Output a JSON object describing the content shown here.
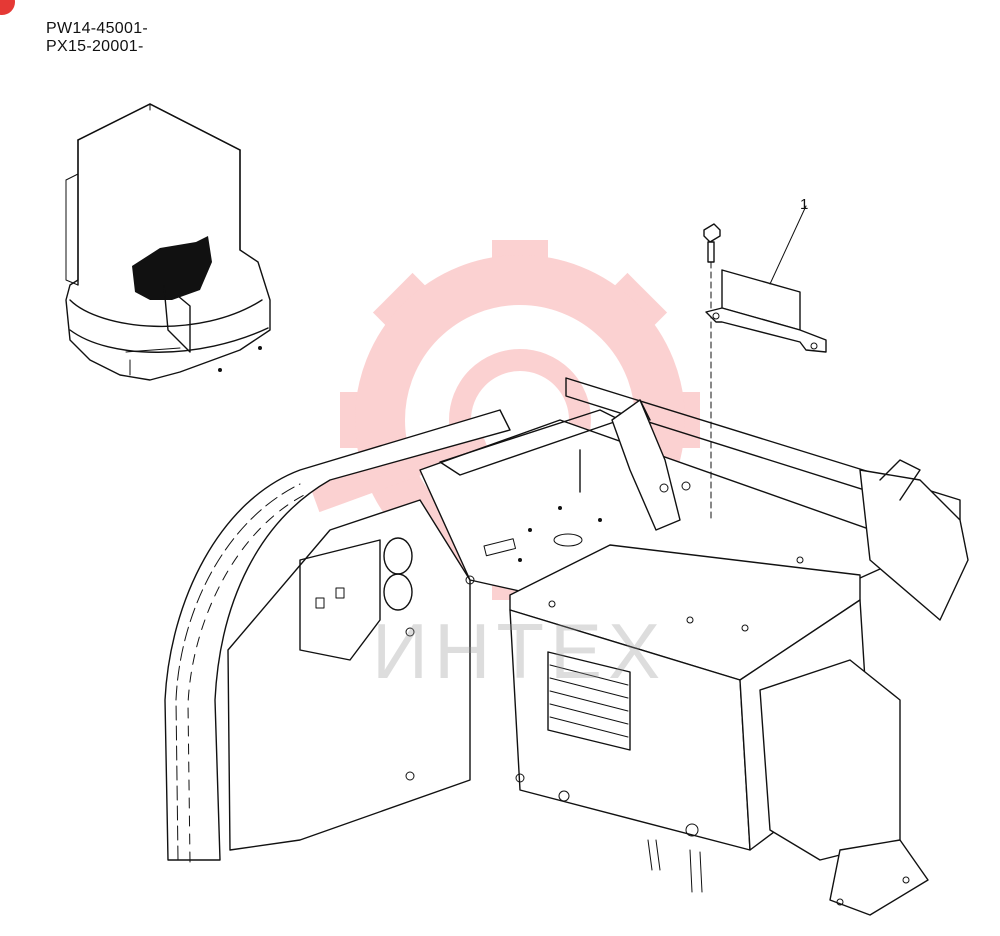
{
  "serial_numbers": [
    "PW14-45001-",
    "PX15-20001-"
  ],
  "callouts": [
    {
      "label": "1",
      "part": "bracket"
    }
  ],
  "watermark": {
    "text": "ИНТЕХ",
    "gear_color": "#f25c5c"
  },
  "icons": [
    "marker-dot-icon",
    "bolt-icon",
    "bracket-icon",
    "gear-watermark-icon"
  ]
}
